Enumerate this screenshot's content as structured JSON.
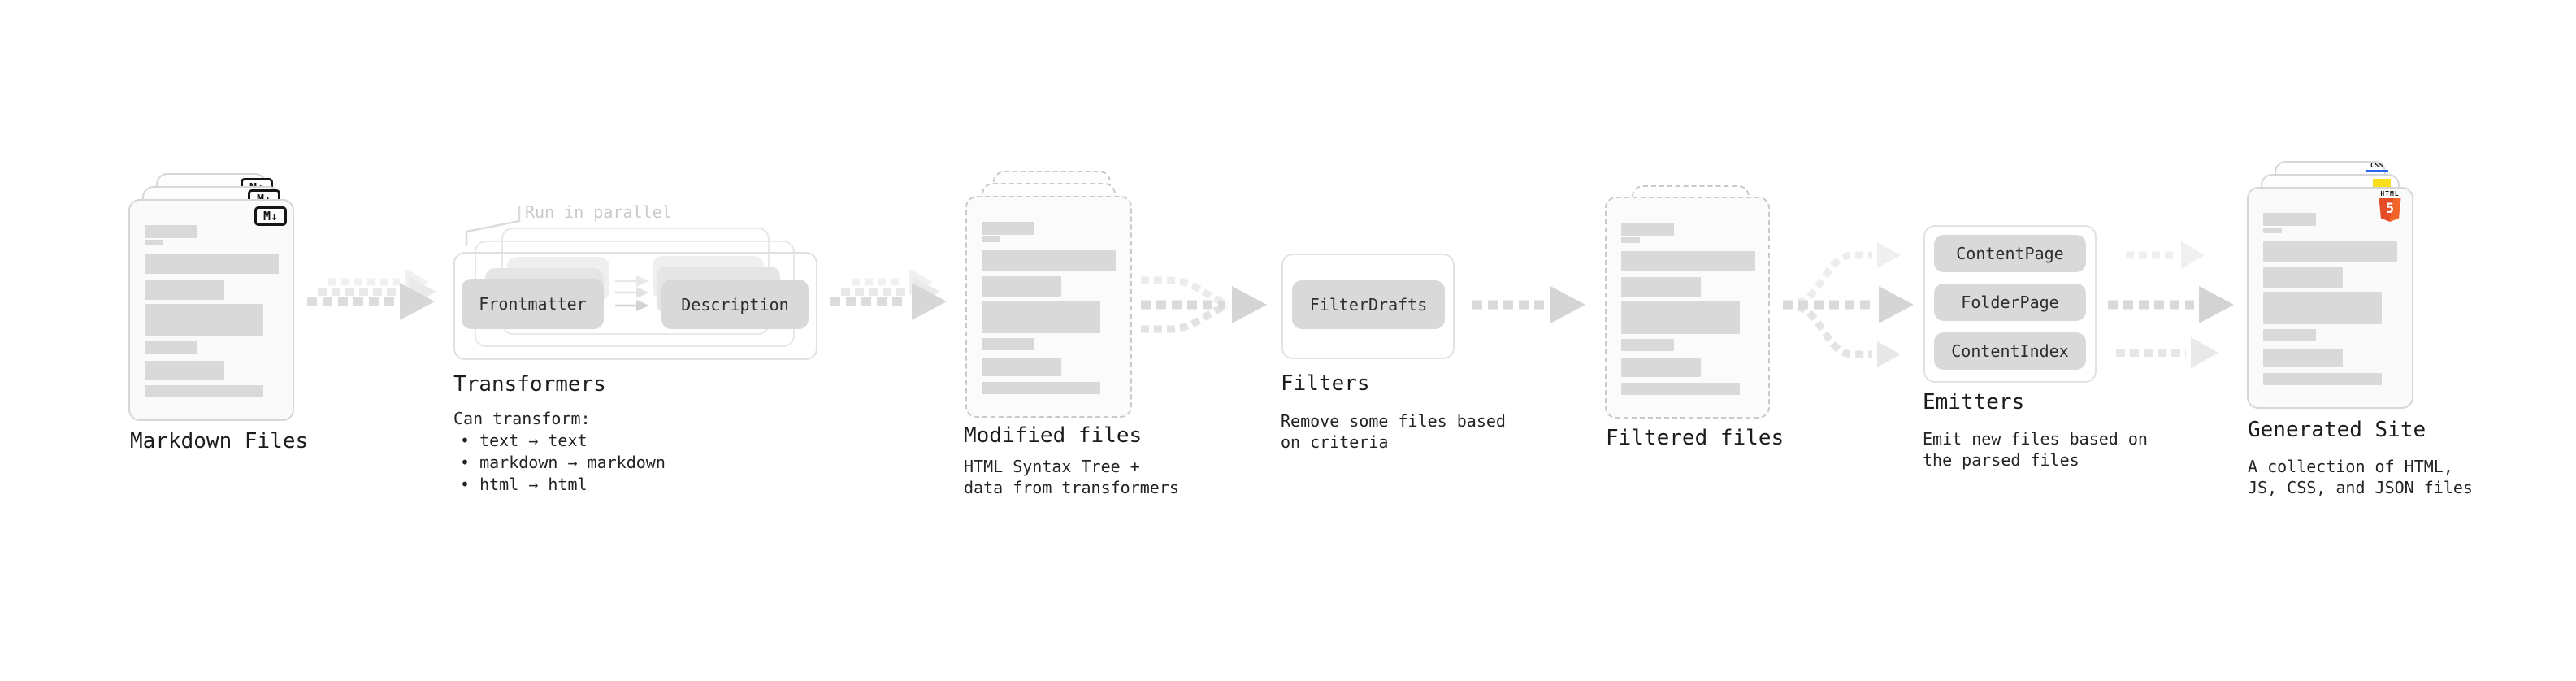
{
  "stages": {
    "markdown": {
      "label": "Markdown Files",
      "badge": "M↓"
    },
    "transformers": {
      "label": "Transformers",
      "parallel_note": "Run in parallel",
      "pill_frontmatter": "Frontmatter",
      "pill_description": "Description",
      "desc_title": "Can transform:",
      "bullet_1": "• text → text",
      "bullet_2": "• markdown → markdown",
      "bullet_3": "• html → html"
    },
    "modified": {
      "label": "Modified files",
      "desc_line1": "HTML Syntax Tree +",
      "desc_line2": "data from transformers"
    },
    "filters": {
      "label": "Filters",
      "pill": "FilterDrafts",
      "desc_line1": "Remove some files based",
      "desc_line2": "on criteria"
    },
    "filtered": {
      "label": "Filtered files"
    },
    "emitters": {
      "label": "Emitters",
      "pill_1": "ContentPage",
      "pill_2": "FolderPage",
      "pill_3": "ContentIndex",
      "desc_line1": "Emit new files based on",
      "desc_line2": "the parsed files"
    },
    "generated": {
      "label": "Generated Site",
      "badge_css": "CSS",
      "badge_html_text": "HTML",
      "badge_html_number": "5",
      "desc_line1": "A collection of HTML,",
      "desc_line2": "JS, CSS, and JSON files"
    }
  },
  "colors": {
    "html5_orange": "#e44d26",
    "html5_orange_light": "#f16529",
    "js_yellow": "#f7df1e",
    "css_blue": "#2965f1",
    "skeleton_gray": "#d9d9d9",
    "pill_gray": "#d9d9d9"
  }
}
